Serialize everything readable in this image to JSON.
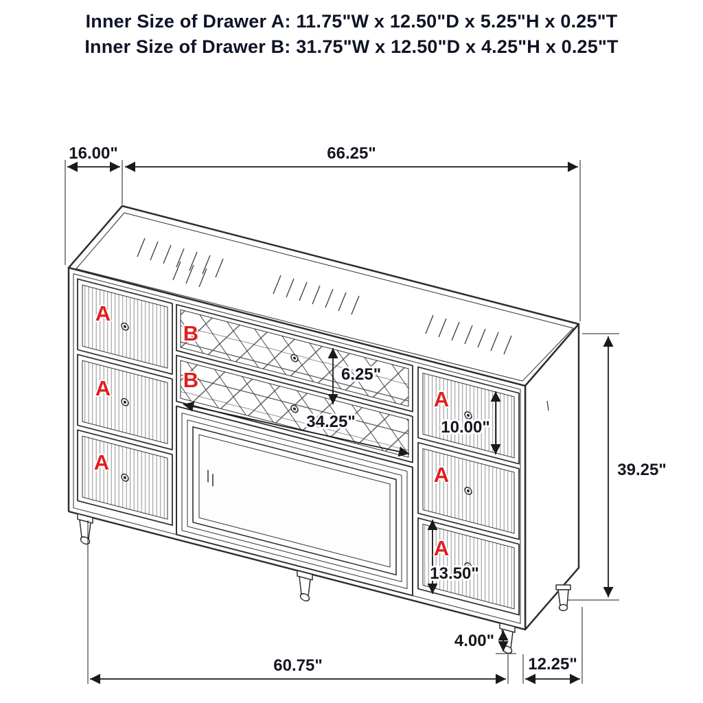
{
  "title": {
    "line1": "Inner Size of Drawer A: 11.75\"W x 12.50\"D x 5.25\"H x 0.25\"T",
    "line2": "Inner Size of Drawer B: 31.75\"W x 12.50\"D x 4.25\"H x 0.25\"T"
  },
  "dimensions": {
    "top_depth": "16.00\"",
    "top_width": "66.25\"",
    "b_drawer_height": "6.25\"",
    "b_drawer_width": "34.25\"",
    "right_top_drawer_height": "10.00\"",
    "overall_height": "39.25\"",
    "right_bottom_drawer_height": "13.50\"",
    "leg_height": "4.00\"",
    "base_width": "60.75\"",
    "base_depth": "12.25\""
  },
  "labels": {
    "drawer_a": "A",
    "drawer_b": "B"
  },
  "colors": {
    "line": "#2e2e2e",
    "label_red": "#e01f1f",
    "dim_text": "#15151f",
    "title_text": "#0e1326"
  }
}
